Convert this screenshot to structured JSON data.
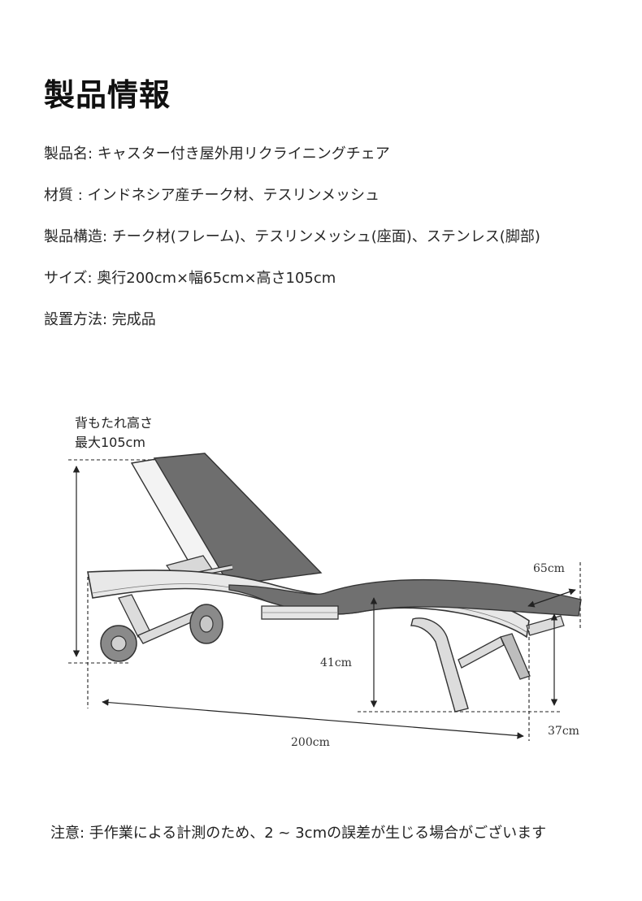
{
  "page": {
    "title": "製品情報"
  },
  "specs": [
    {
      "text": "製品名: キャスター付き屋外用リクライニングチェア"
    },
    {
      "text": "材質 :  インドネシア産チーク材、テスリンメッシュ"
    },
    {
      "text": "製品構造:  チーク材(フレーム)、テスリンメッシュ(座面)、ステンレス(脚部)"
    },
    {
      "text": "サイズ:  奥行200cm×幅65cm×高さ105cm"
    },
    {
      "text": "設置方法: 完成品"
    }
  ],
  "diagram": {
    "backrest_label_line1": "背もたれ高さ",
    "backrest_label_line2": "最大105cm",
    "width_label": "65cm",
    "seat_height_label": "41cm",
    "foot_height_label": "37cm",
    "length_label": "200cm"
  },
  "note": {
    "text": "注意:  手作業による計測のため、2 ~ 3cmの誤差が生じる場合がございます"
  }
}
